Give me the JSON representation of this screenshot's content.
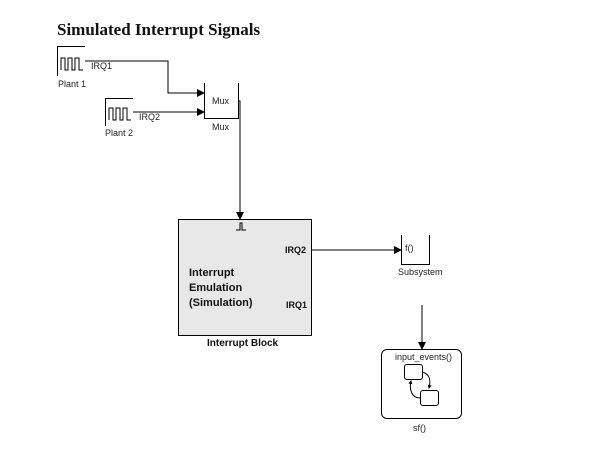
{
  "title": "Simulated Interrupt Signals",
  "plant1": {
    "name": "Plant 1",
    "port_label": "IRQ1"
  },
  "plant2": {
    "name": "Plant 2",
    "port_label": "IRQ2"
  },
  "mux": {
    "inner_label": "Mux",
    "name": "Mux"
  },
  "interrupt_block": {
    "name": "Interrupt Block",
    "text_lines": [
      "Interrupt",
      "Emulation",
      "(Simulation)"
    ],
    "port_irq2": "IRQ2",
    "port_irq1": "IRQ1"
  },
  "subsystem": {
    "name": "Subsystem",
    "inner_label": "f()"
  },
  "stateflow": {
    "name": "sf()",
    "port_label": "input_events()"
  }
}
